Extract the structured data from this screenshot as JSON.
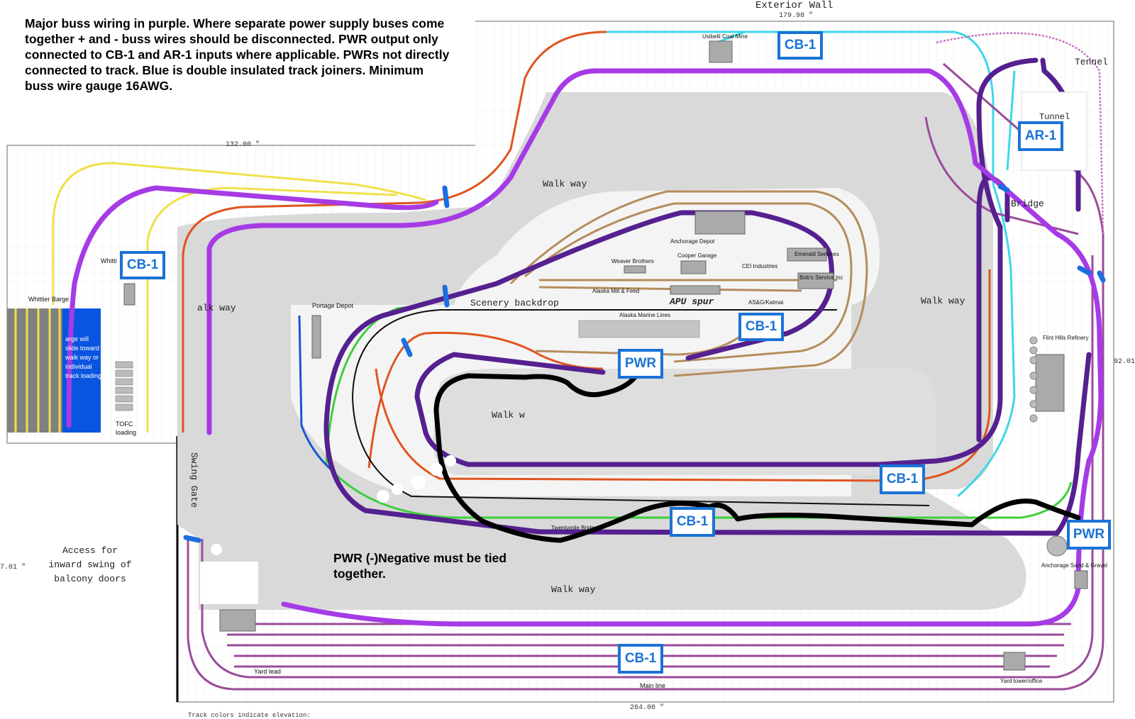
{
  "notes": {
    "main": "Major buss wiring in purple.  Where separate power supply buses come together + and - buss wires should be disconnected.  PWR output only connected to CB-1 and AR-1 inputs where applicable. PWRs not directly connected to track. Blue is double insulated track joiners. Minimum buss wire gauge 16AWG.",
    "negative": "PWR (-)Negative must be tied together."
  },
  "dimensions": {
    "top": "179.98 \"",
    "left_top": "132.00 \"",
    "bottom": "264.00 \"",
    "right": "92.01",
    "left_side": "7.01 \""
  },
  "room": {
    "exterior_wall": "Exterior Wall",
    "walkway": "Walk way",
    "walkway_left": "alk way",
    "walkway_mid": "Walk w",
    "scenery_backdrop": "Scenery backdrop",
    "apu_spur": "APU spur",
    "swing_gate": "Swing Gate",
    "access_note": "Access for inward swing of balcony doors",
    "tunnel": "Tennel",
    "tunnel2": "Tunnel",
    "bridge": "Bridge",
    "legend": "Track colors indicate elevation:"
  },
  "labels": {
    "usibelli": "Usibelli Coal Mine",
    "whittier_barge": "Whittier Barge",
    "barge_note": "arge will slide toward walk way or individual track loading",
    "whittier": "Whitti",
    "tofc": "TOFC loading",
    "portage": "Portage Depot",
    "anchorage_depot": "Anchorage Depot",
    "weaver": "Weaver Brothers",
    "cooper": "Cooper Garage",
    "cei": "CEI Industries",
    "emerald": "Emerald Services",
    "bobs": "Bob's Service Inc",
    "alaska_mill": "Alaska Mill & Feed",
    "asg": "AS&G/Katmai",
    "alaska_marine": "Alaska Marine Lines",
    "flint_hills": "Flint Hills Refinery",
    "twentymile": "Twentymile Bridge",
    "anchorage_sand": "Anchorage Sand & Gravel",
    "yard_lead": "Yard lead",
    "main_line": "Main line",
    "yard_tower": "Yard tower/office"
  },
  "boxes": {
    "cb1_top": "CB-1",
    "cb1_left": "CB-1",
    "ar1": "AR-1",
    "cb1_center": "CB-1",
    "pwr_center": "PWR",
    "cb1_right": "CB-1",
    "cb1_lower": "CB-1",
    "pwr_right": "PWR",
    "cb1_bottom": "CB-1"
  },
  "colors": {
    "buss_purple": "#a63be6",
    "buss_dark": "#55208f",
    "negative": "#000000",
    "box_blue": "#1a73d6",
    "track_orange": "#e0541f",
    "track_yellow": "#f0e04a",
    "track_cyan": "#3fd8e8",
    "track_tan": "#b58d5d",
    "track_green": "#3ccf3c",
    "track_mauve": "#9a4c9a",
    "walkway_gray": "#d8d8d8",
    "barge_blue": "#0a55e0"
  }
}
